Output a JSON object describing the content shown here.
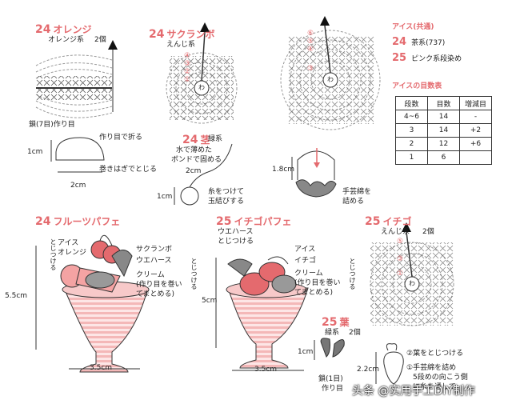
{
  "orange": {
    "num": "24",
    "title": "オレンジ",
    "yarn": "オレンジ系",
    "count": "2個",
    "chain": "鎖(7目)作り目",
    "fold": "作り目で折る",
    "roll": "巻きはぎでとじる",
    "h": "1cm",
    "w": "2cm"
  },
  "cherry": {
    "num": "24",
    "title": "サクランボ",
    "yarn": "えんじ系",
    "marks": [
      "④",
      "③",
      "②",
      "①",
      "わ"
    ]
  },
  "stem": {
    "num": "24",
    "title": "茎",
    "yarn": "緑系",
    "note1": "水で薄めた",
    "note2": "ボンドで固める",
    "w": "2cm",
    "h": "1cm",
    "tie1": "糸をつけて",
    "tie2": "玉結びする"
  },
  "ice": {
    "title": "アイス(共通)",
    "line1_num": "24",
    "line1": "茶系(737)",
    "line2_num": "25",
    "line2": "ピンク系段染め",
    "marks": [
      "⑥",
      "⑤",
      "④",
      "③",
      "わ"
    ],
    "h": "1.8cm",
    "stuff1": "手芸綿を",
    "stuff2": "詰める"
  },
  "ice_table": {
    "title": "アイスの目数表",
    "headers": [
      "段数",
      "目数",
      "増減目"
    ],
    "rows": [
      [
        "4~6",
        "14",
        "-"
      ],
      [
        "3",
        "14",
        "+2"
      ],
      [
        "2",
        "12",
        "+6"
      ],
      [
        "1",
        "6",
        ""
      ]
    ]
  },
  "fruit_parfait": {
    "num": "24",
    "title": "フルーツパフェ",
    "attach": "とじつける",
    "ice": "アイス",
    "orange": "オレンジ",
    "cherry": "サクランボ",
    "wafer": "ウエハース",
    "cream1": "クリーム",
    "cream2": "(作り目を巻い",
    "cream3": "てまとめる)",
    "attach2": "とじつける",
    "h": "5.5cm",
    "w": "3.5cm"
  },
  "strawberry_parfait": {
    "num": "25",
    "title": "イチゴパフェ",
    "wafer": "ウエハース",
    "attach": "とじつける",
    "ice": "アイス",
    "strawberry": "イチゴ",
    "cream1": "クリーム",
    "cream2": "(作り目を巻い",
    "cream3": "てまとめる)",
    "attach2": "とじつける",
    "h": "5cm",
    "w": "3.5cm"
  },
  "strawberry": {
    "num": "25",
    "title": "イチゴ",
    "yarn": "えんじ系",
    "count": "2個",
    "marks": [
      "⑤",
      "③",
      "①",
      "わ"
    ],
    "leaf_attach": "②葉をとじつける",
    "stuff1": "①手芸綿を詰め",
    "stuff2": "5段めの向こう側",
    "stuff3": "に糸を通して",
    "h": "2.2cm"
  },
  "leaf": {
    "num": "25",
    "title": "葉",
    "yarn": "緑系",
    "count": "2個",
    "chain1": "鎖(1目)",
    "chain2": "作り目",
    "h": "1cm"
  },
  "watermark": "头条 @实用手工DIY制作"
}
